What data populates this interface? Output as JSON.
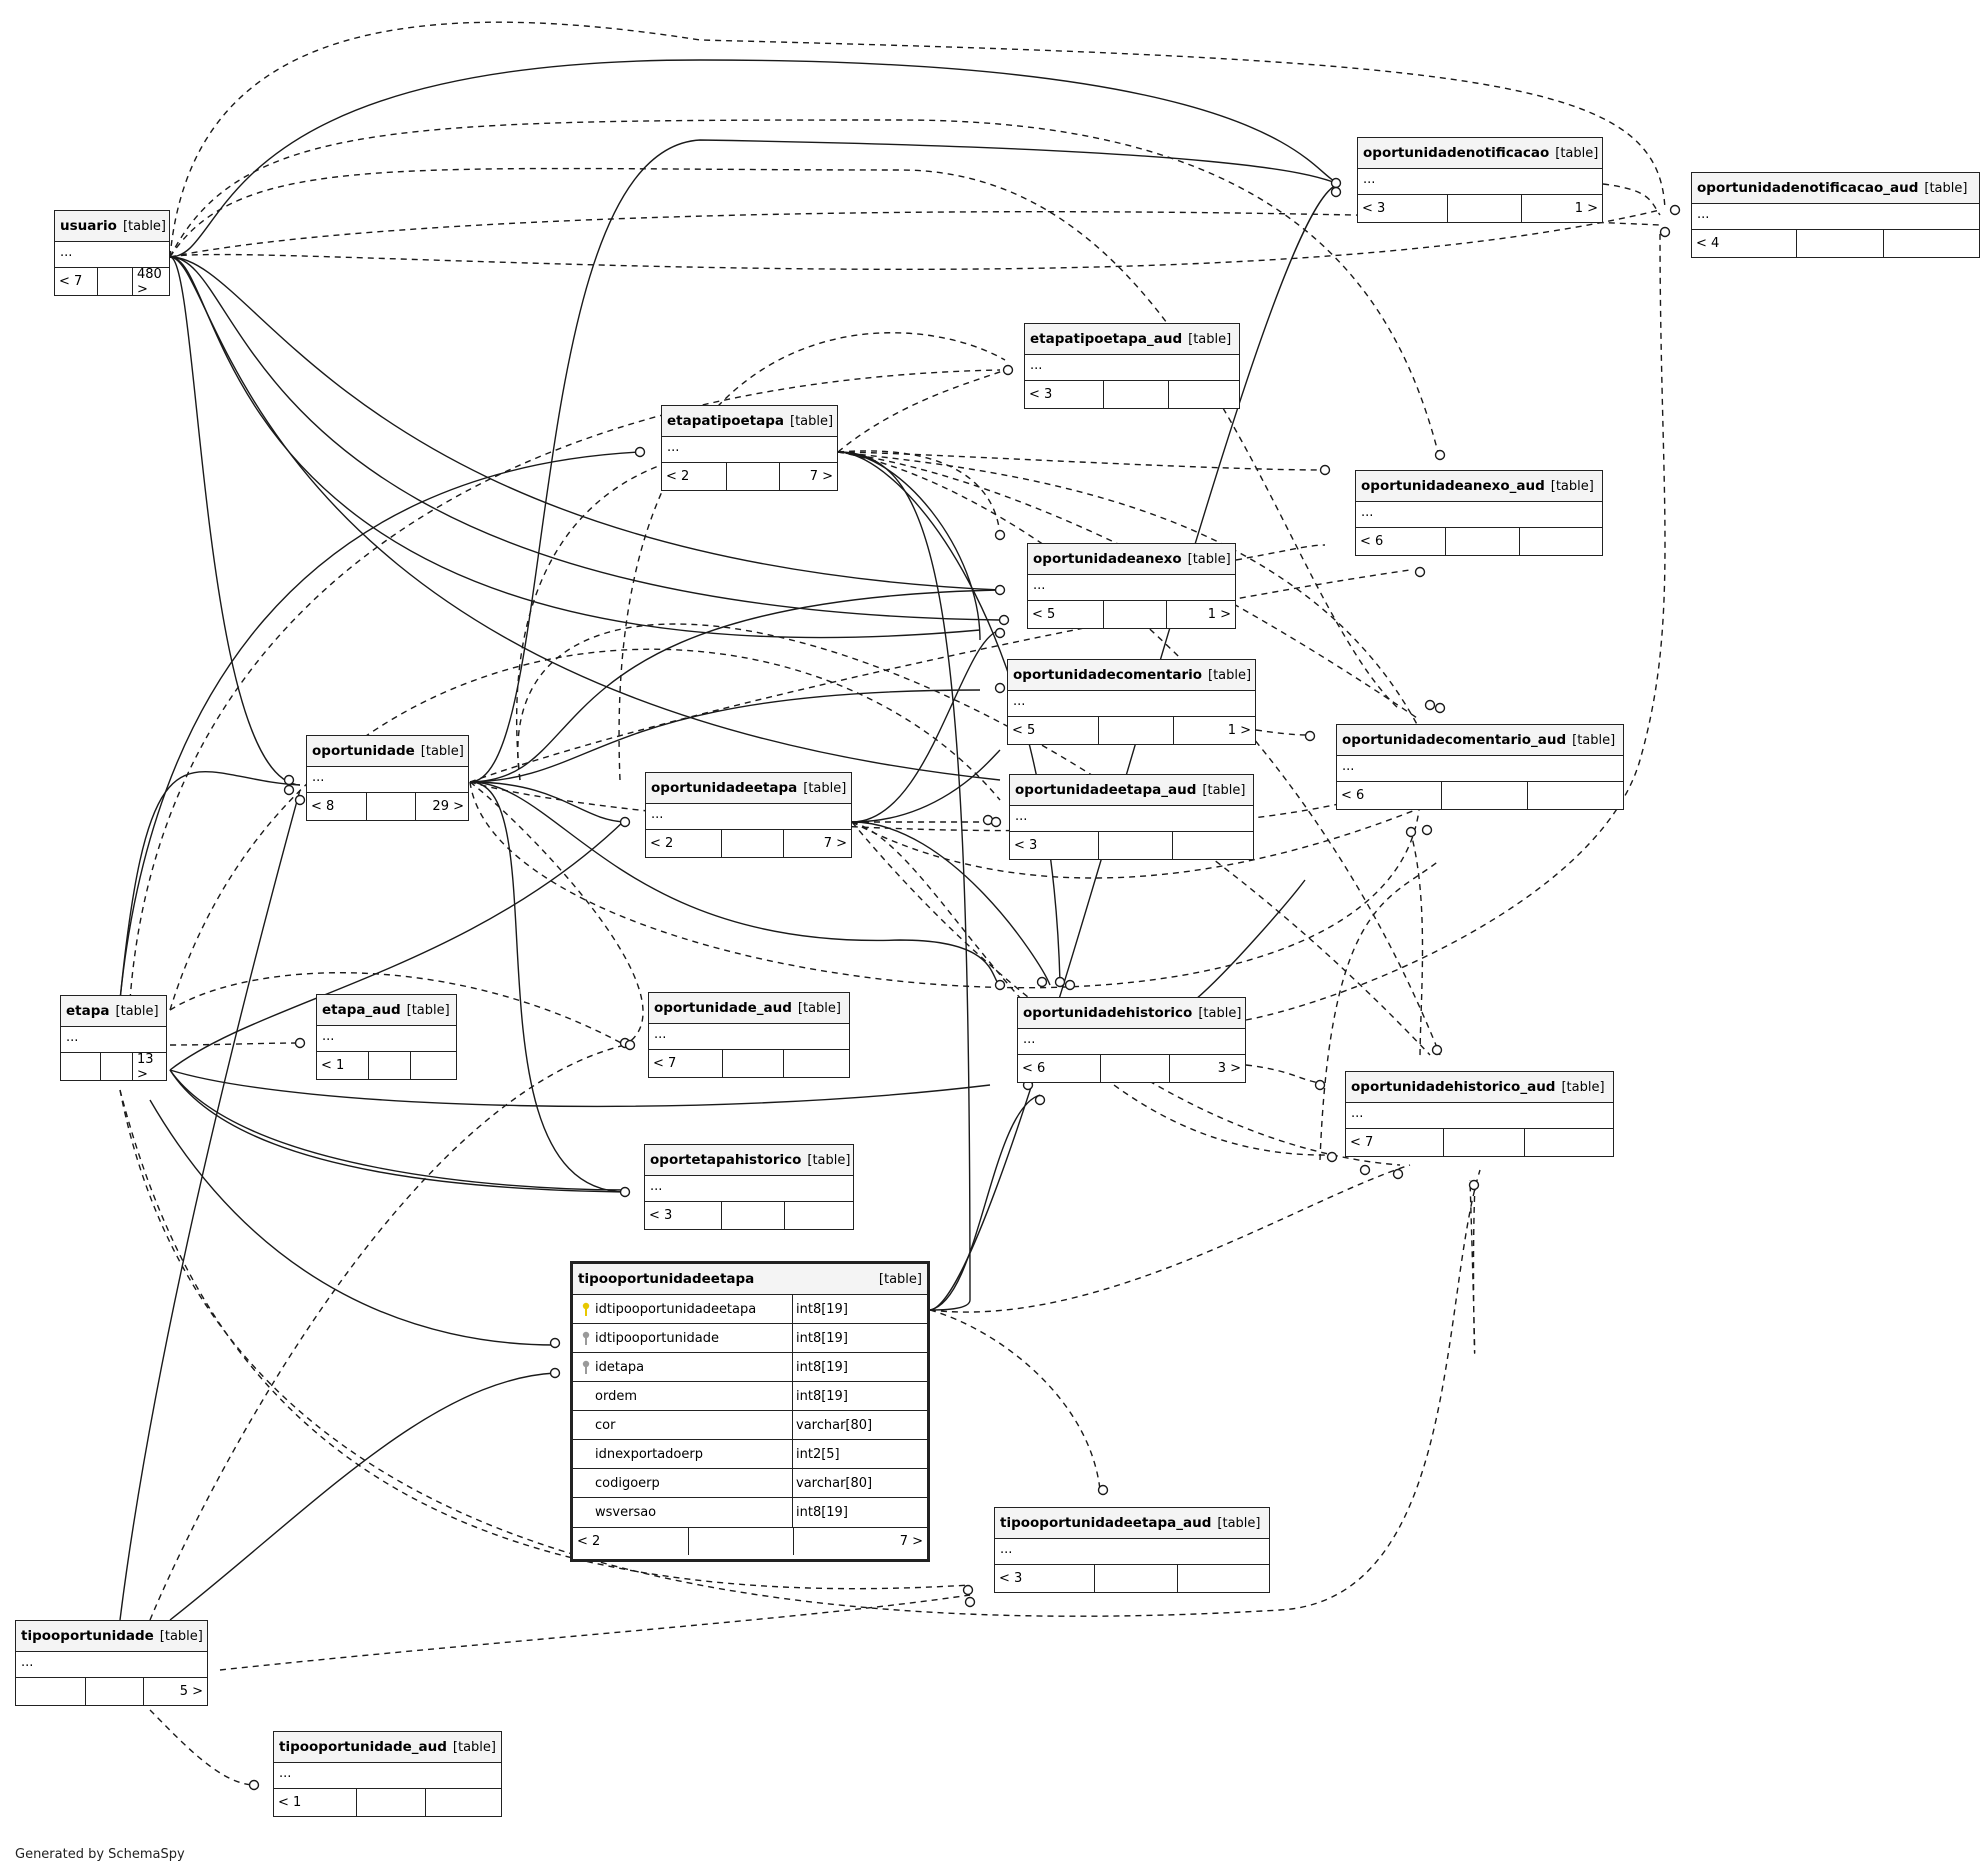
{
  "tables": [
    {
      "id": "usuario",
      "name": "usuario",
      "kind": "[table]",
      "body": "...",
      "foot": [
        "< 7",
        "",
        "480 >"
      ]
    },
    {
      "id": "oportunidadenotificacao",
      "name": "oportunidadenotificacao",
      "kind": "[table]",
      "body": "...",
      "foot": [
        "< 3",
        "",
        "1 >"
      ]
    },
    {
      "id": "oportunidadenotificacao_aud",
      "name": "oportunidadenotificacao_aud",
      "kind": "[table]",
      "body": "...",
      "foot": [
        "< 4",
        "",
        ""
      ]
    },
    {
      "id": "etapatipoetapa_aud",
      "name": "etapatipoetapa_aud",
      "kind": "[table]",
      "body": "...",
      "foot": [
        "< 3",
        "",
        ""
      ]
    },
    {
      "id": "etapatipoetapa",
      "name": "etapatipoetapa",
      "kind": "[table]",
      "body": "...",
      "foot": [
        "< 2",
        "",
        "7 >"
      ]
    },
    {
      "id": "oportunidadeanexo_aud",
      "name": "oportunidadeanexo_aud",
      "kind": "[table]",
      "body": "...",
      "foot": [
        "< 6",
        "",
        ""
      ]
    },
    {
      "id": "oportunidadeanexo",
      "name": "oportunidadeanexo",
      "kind": "[table]",
      "body": "...",
      "foot": [
        "< 5",
        "",
        "1 >"
      ]
    },
    {
      "id": "oportunidadecomentario",
      "name": "oportunidadecomentario",
      "kind": "[table]",
      "body": "...",
      "foot": [
        "< 5",
        "",
        "1 >"
      ]
    },
    {
      "id": "oportunidadecomentario_aud",
      "name": "oportunidadecomentario_aud",
      "kind": "[table]",
      "body": "...",
      "foot": [
        "< 6",
        "",
        ""
      ]
    },
    {
      "id": "oportunidade",
      "name": "oportunidade",
      "kind": "[table]",
      "body": "...",
      "foot": [
        "< 8",
        "",
        "29 >"
      ]
    },
    {
      "id": "oportunidadeetapa",
      "name": "oportunidadeetapa",
      "kind": "[table]",
      "body": "...",
      "foot": [
        "< 2",
        "",
        "7 >"
      ]
    },
    {
      "id": "oportunidadeetapa_aud",
      "name": "oportunidadeetapa_aud",
      "kind": "[table]",
      "body": "...",
      "foot": [
        "< 3",
        "",
        ""
      ]
    },
    {
      "id": "etapa",
      "name": "etapa",
      "kind": "[table]",
      "body": "...",
      "foot": [
        "",
        "",
        "13 >"
      ]
    },
    {
      "id": "etapa_aud",
      "name": "etapa_aud",
      "kind": "[table]",
      "body": "...",
      "foot": [
        "< 1",
        "",
        ""
      ]
    },
    {
      "id": "oportunidade_aud",
      "name": "oportunidade_aud",
      "kind": "[table]",
      "body": "...",
      "foot": [
        "< 7",
        "",
        ""
      ]
    },
    {
      "id": "oportunidadehistorico",
      "name": "oportunidadehistorico",
      "kind": "[table]",
      "body": "...",
      "foot": [
        "< 6",
        "",
        "3 >"
      ]
    },
    {
      "id": "oportunidadehistorico_aud",
      "name": "oportunidadehistorico_aud",
      "kind": "[table]",
      "body": "...",
      "foot": [
        "< 7",
        "",
        ""
      ]
    },
    {
      "id": "oportetapahistorico",
      "name": "oportetapahistorico",
      "kind": "[table]",
      "body": "...",
      "foot": [
        "< 3",
        "",
        ""
      ]
    },
    {
      "id": "tipooportunidadeetapa_aud",
      "name": "tipooportunidadeetapa_aud",
      "kind": "[table]",
      "body": "...",
      "foot": [
        "< 3",
        "",
        ""
      ]
    },
    {
      "id": "tipooportunidade",
      "name": "tipooportunidade",
      "kind": "[table]",
      "body": "...",
      "foot": [
        "",
        "",
        "5 >"
      ]
    },
    {
      "id": "tipooportunidade_aud",
      "name": "tipooportunidade_aud",
      "kind": "[table]",
      "body": "...",
      "foot": [
        "< 1",
        "",
        ""
      ]
    }
  ],
  "focus_table": {
    "name": "tipooportunidadeetapa",
    "kind": "[table]",
    "columns": [
      {
        "name": "idtipooportunidadeetapa",
        "type": "int8[19]",
        "key": "primary"
      },
      {
        "name": "idtipooportunidade",
        "type": "int8[19]",
        "key": "foreign"
      },
      {
        "name": "idetapa",
        "type": "int8[19]",
        "key": "foreign"
      },
      {
        "name": "ordem",
        "type": "int8[19]",
        "key": ""
      },
      {
        "name": "cor",
        "type": "varchar[80]",
        "key": ""
      },
      {
        "name": "idnexportadoerp",
        "type": "int2[5]",
        "key": ""
      },
      {
        "name": "codigoerp",
        "type": "varchar[80]",
        "key": ""
      },
      {
        "name": "wsversao",
        "type": "int8[19]",
        "key": ""
      }
    ],
    "foot": [
      "< 2",
      "",
      "7 >"
    ]
  },
  "colors": {
    "key_primary": "#e8c800",
    "key_foreign": "#9a9a9a",
    "line": "#1a1a1a"
  },
  "footer": "Generated by SchemaSpy"
}
